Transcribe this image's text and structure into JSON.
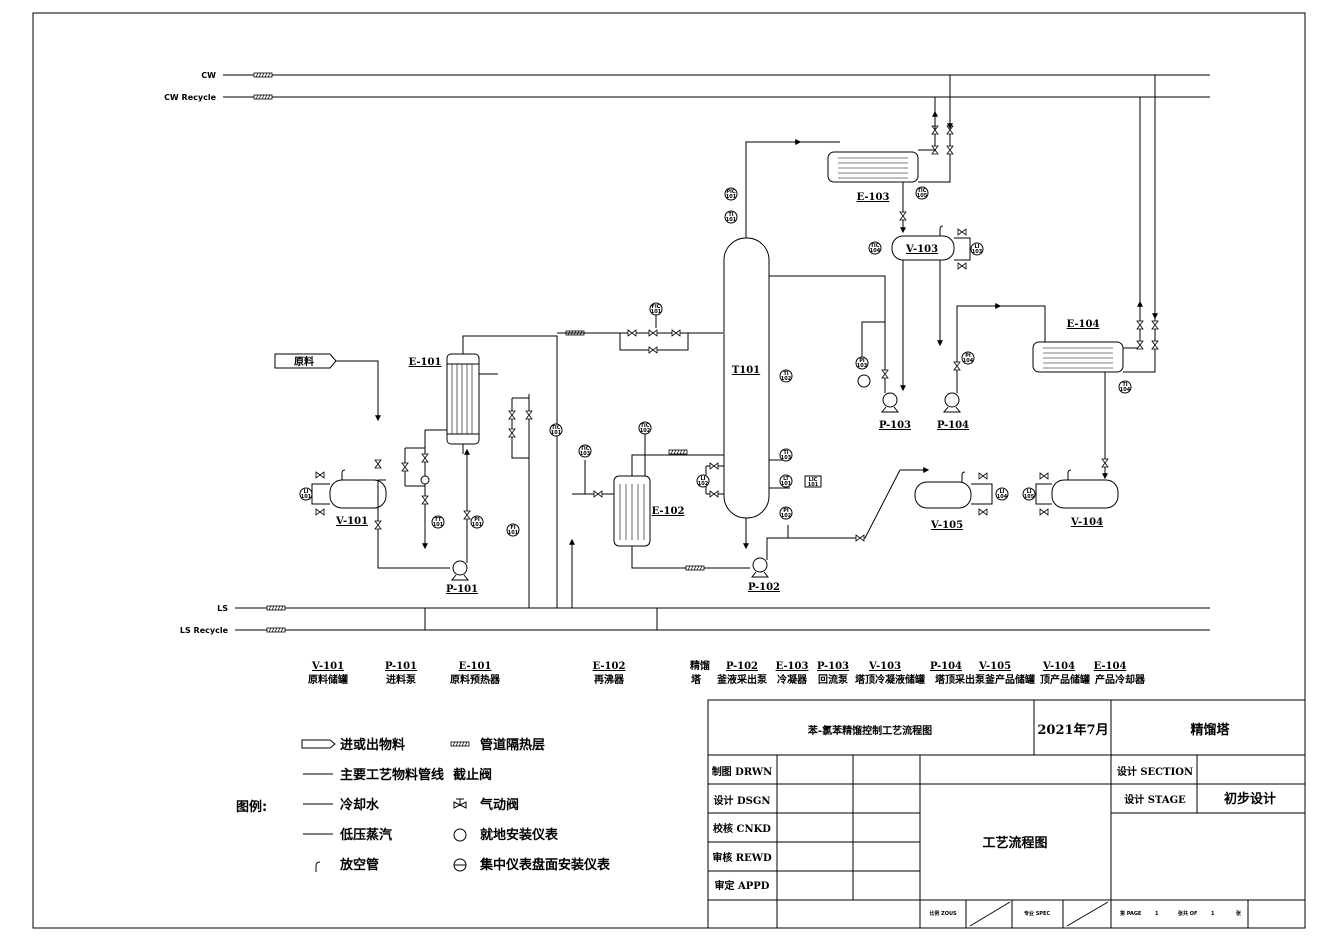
{
  "utilities": {
    "cw": "CW",
    "cw_recycle": "CW Recycle",
    "ls": "LS",
    "ls_recycle": "LS Recycle"
  },
  "feed_label": "原料",
  "equipment_tags": {
    "e101": "E-101",
    "e102": "E-102",
    "e103": "E-103",
    "e104": "E-104",
    "t101": "T101",
    "v101": "V-101",
    "v103": "V-103",
    "v104": "V-104",
    "v105": "V-105",
    "p101": "P-101",
    "p102": "P-102",
    "p103": "P-103",
    "p104": "P-104"
  },
  "instruments": [
    {
      "top": "PIC",
      "bot": "101"
    },
    {
      "top": "TIC",
      "bot": "102"
    },
    {
      "top": "TIC",
      "bot": "101"
    },
    {
      "top": "TIC",
      "bot": "103"
    },
    {
      "top": "TIC",
      "bot": "104"
    },
    {
      "top": "TI",
      "bot": "104"
    },
    {
      "top": "TI",
      "bot": "103"
    },
    {
      "top": "TI",
      "bot": "102"
    },
    {
      "top": "TI",
      "bot": "101"
    },
    {
      "top": "LI",
      "bot": "101"
    },
    {
      "top": "LI",
      "bot": "102"
    },
    {
      "top": "LI",
      "bot": "103"
    },
    {
      "top": "LI",
      "bot": "104"
    },
    {
      "top": "LI",
      "bot": "105"
    },
    {
      "top": "FI",
      "bot": "101"
    },
    {
      "top": "PI",
      "bot": "101"
    },
    {
      "top": "PI",
      "bot": "102"
    },
    {
      "top": "PI",
      "bot": "103"
    },
    {
      "top": "PI",
      "bot": "104"
    },
    {
      "top": "FIC",
      "bot": "101"
    },
    {
      "top": "LT",
      "bot": "101"
    },
    {
      "top": "LIC",
      "bot": "101"
    },
    {
      "top": "TT",
      "bot": "101"
    },
    {
      "top": "TIC",
      "bot": "105"
    }
  ],
  "equipment_list": [
    {
      "tag": "V-101",
      "desc": "原料储罐"
    },
    {
      "tag": "P-101",
      "desc": "进料泵"
    },
    {
      "tag": "E-101",
      "desc": "原料预热器"
    },
    {
      "tag": "E-102",
      "desc": "再沸器"
    },
    {
      "tag": "精馏",
      "desc": "塔"
    },
    {
      "tag": "P-102",
      "desc": "釜液采出泵"
    },
    {
      "tag": "E-103",
      "desc": "冷凝器"
    },
    {
      "tag": "P-103",
      "desc": "回流泵"
    },
    {
      "tag": "V-103",
      "desc": "塔顶冷凝液储罐"
    },
    {
      "tag": "P-104",
      "desc": "塔顶采出泵"
    },
    {
      "tag": "V-105",
      "desc": "釜产品储罐"
    },
    {
      "tag": "V-104",
      "desc": "顶产品储罐"
    },
    {
      "tag": "E-104",
      "desc": "产品冷却器"
    }
  ],
  "legend": {
    "title": "图例:",
    "items": [
      "进或出物料",
      "管道隔热层",
      "主要工艺物料管线",
      "截止阀",
      "冷却水",
      "气动阀",
      "低压蒸汽",
      "就地安装仪表",
      "放空管",
      "集中仪表盘面安装仪表"
    ]
  },
  "title_block": {
    "drawing_title": "苯-氯苯精馏控制工艺流程图",
    "date": "2021年7月",
    "unit": "精馏塔",
    "drawn": "制图 DRWN",
    "design": "设计 DSGN",
    "checked": "校核 CNKD",
    "reviewed": "审核 REWD",
    "approved": "审定 APPD",
    "section": "设计 SECTION",
    "stage_label": "设计 STAGE",
    "stage_value": "初步设计",
    "doc_type": "工艺流程图",
    "scale": "比例 ZOUS",
    "spec": "专业 SPEC",
    "page_label": "第 PAGE",
    "page_no": "1",
    "of_label": "张共 OF",
    "total": "1",
    "sheet_unit": "张"
  }
}
